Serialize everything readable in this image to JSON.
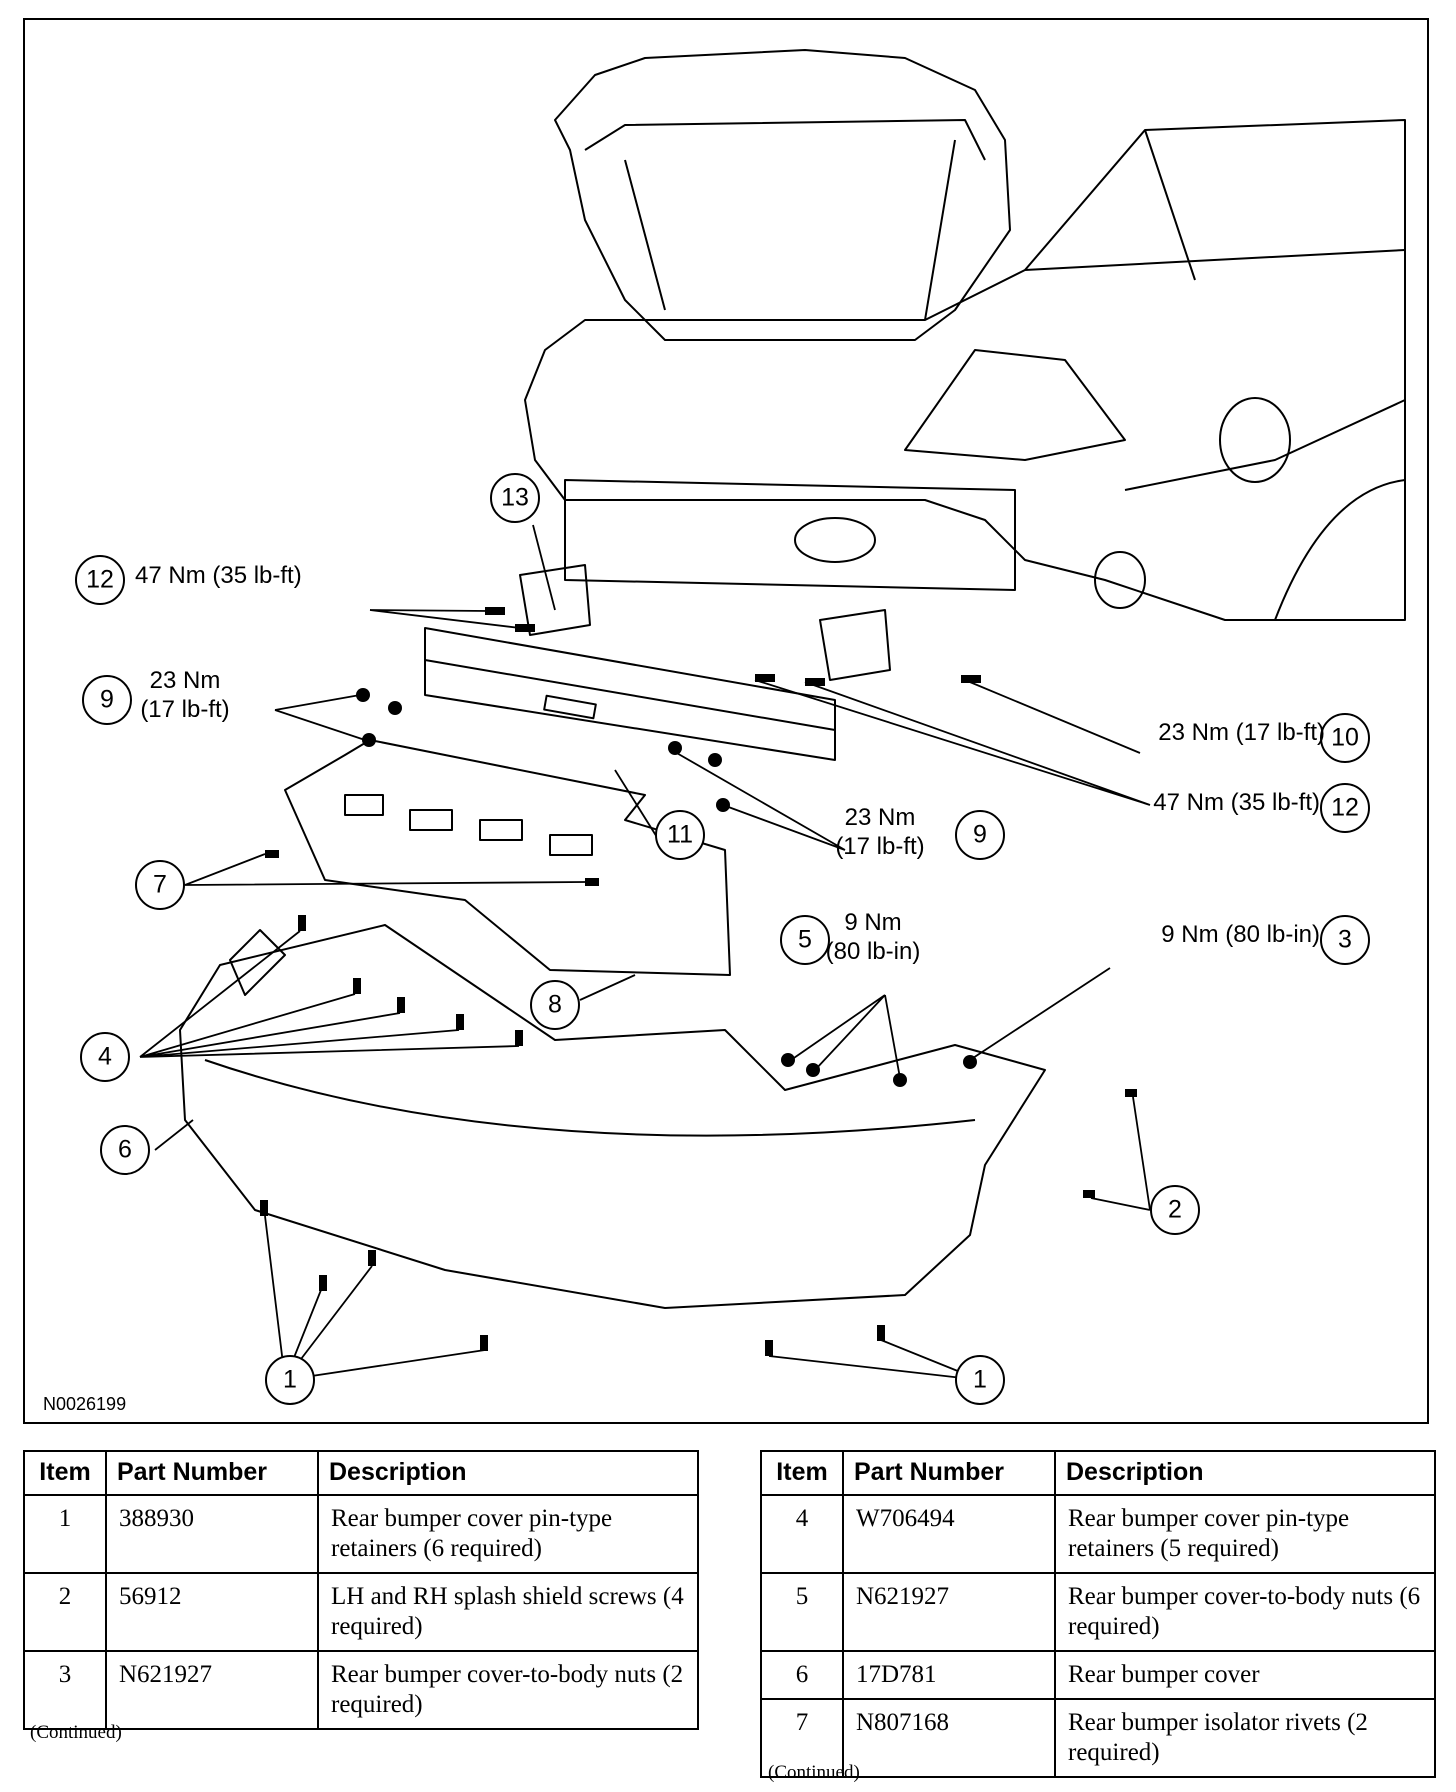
{
  "figure_id": "N0026199",
  "callouts": [
    {
      "number": "1",
      "label": ""
    },
    {
      "number": "1",
      "label": ""
    },
    {
      "number": "2",
      "label": ""
    },
    {
      "number": "3",
      "label": "9 Nm (80 lb-in)"
    },
    {
      "number": "4",
      "label": ""
    },
    {
      "number": "5",
      "label": "9 Nm\n(80 lb-in)"
    },
    {
      "number": "6",
      "label": ""
    },
    {
      "number": "7",
      "label": ""
    },
    {
      "number": "8",
      "label": ""
    },
    {
      "number": "9",
      "label": "23 Nm\n(17 lb-ft)"
    },
    {
      "number": "9",
      "label": "23 Nm\n(17 lb-ft)"
    },
    {
      "number": "10",
      "label": "23 Nm (17 lb-ft)"
    },
    {
      "number": "11",
      "label": ""
    },
    {
      "number": "12",
      "label": "47 Nm (35 lb-ft)"
    },
    {
      "number": "12",
      "label": "47 Nm (35 lb-ft)"
    },
    {
      "number": "13",
      "label": ""
    }
  ],
  "tables": [
    {
      "headers": [
        "Item",
        "Part Number",
        "Description"
      ],
      "rows": [
        {
          "item": "1",
          "part_number": "388930",
          "description": "Rear bumper cover pin-type retainers (6 required)"
        },
        {
          "item": "2",
          "part_number": "56912",
          "description": "LH and RH splash shield screws (4 required)"
        },
        {
          "item": "3",
          "part_number": "N621927",
          "description": "Rear bumper cover-to-body nuts (2 required)"
        }
      ],
      "footer": "(Continued)"
    },
    {
      "headers": [
        "Item",
        "Part Number",
        "Description"
      ],
      "rows": [
        {
          "item": "4",
          "part_number": "W706494",
          "description": "Rear bumper cover pin-type retainers (5 required)"
        },
        {
          "item": "5",
          "part_number": "N621927",
          "description": "Rear bumper cover-to-body nuts (6 required)"
        },
        {
          "item": "6",
          "part_number": "17D781",
          "description": "Rear bumper cover"
        },
        {
          "item": "7",
          "part_number": "N807168",
          "description": "Rear bumper isolator rivets (2 required)"
        }
      ],
      "footer": "(Continued)"
    }
  ]
}
